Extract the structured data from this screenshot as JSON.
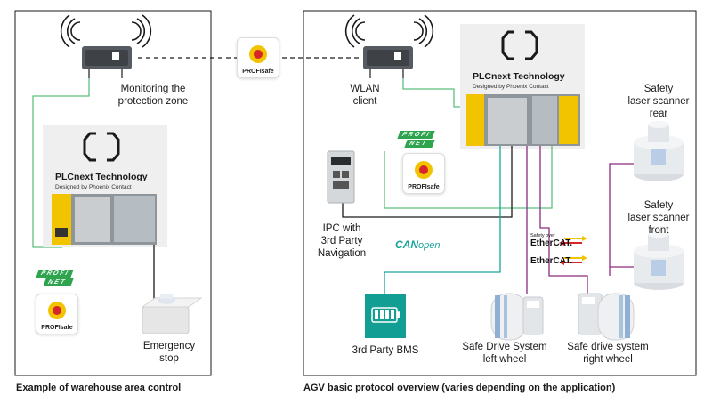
{
  "left_panel": {
    "monitoring_label": [
      "Monitoring the",
      "protection zone"
    ],
    "plc_title": "PLCnext Technology",
    "plc_subtitle": "Designed by Phoenix Contact",
    "profinet_text": [
      "PROFI",
      "NET"
    ],
    "profisafe_label": "PROFIsafe",
    "emergency_label": [
      "Emergency",
      "stop"
    ],
    "caption": "Example of warehouse area control"
  },
  "center_badge": {
    "profisafe_label": "PROFIsafe"
  },
  "right_panel": {
    "wlan_label": [
      "WLAN",
      "client"
    ],
    "plc_title": "PLCnext Technology",
    "plc_subtitle": "Designed by Phoenix Contact",
    "profinet_text": [
      "PROFI",
      "NET"
    ],
    "profisafe_label": "PROFIsafe",
    "ipc_label": [
      "IPC with",
      "3rd Party",
      "Navigation"
    ],
    "canopen_prefix": "CAN",
    "canopen_suffix": "open",
    "bms_label": "3rd Party BMS",
    "safety_over_label": "Safety over",
    "ethercat_label_1": "EtherCAT.",
    "ethercat_label_2": "EtherCAT.",
    "scanner_rear_label": [
      "Safety",
      "laser scanner",
      "rear"
    ],
    "scanner_front_label": [
      "Safety",
      "laser scanner",
      "front"
    ],
    "drive_left_label": [
      "Safe Drive System",
      "left wheel"
    ],
    "drive_right_label": [
      "Safe drive system",
      "right wheel"
    ],
    "caption": "AGV basic protocol overview (varies depending on the application)"
  },
  "colors": {
    "green_line": "#5dbf7d",
    "black_line": "#1a1a1a",
    "purple_line": "#8a2b7e",
    "teal_line": "#1aa39a",
    "yellow_module": "#f2c400",
    "bms_box": "#139e93"
  },
  "icons": {
    "wlan": "wifi-waves-icon",
    "plc_logo": "plcnext-bracket-icon",
    "emergency": "emergency-stop-button-icon",
    "battery": "battery-icon"
  }
}
